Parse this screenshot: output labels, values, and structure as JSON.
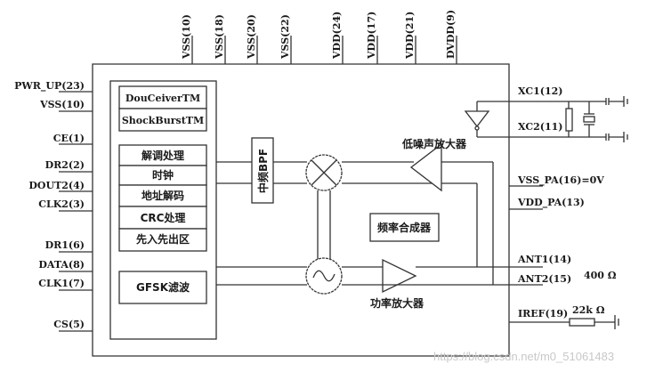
{
  "top_pins": [
    "VSS(10)",
    "VSS(18)",
    "VSS(20)",
    "VSS(22)",
    "VDD(24)",
    "VDD(17)",
    "VDD(21)",
    "DVDD(9)"
  ],
  "left_pins": [
    "PWR_UP(23)",
    "VSS(10)",
    "CE(1)",
    "DR2(2)",
    "DOUT2(4)",
    "CLK2(3)",
    "DR1(6)",
    "DATA(8)",
    "CLK1(7)",
    "CS(5)"
  ],
  "right_pins": {
    "xc1": "XC1(12)",
    "xc2": "XC2(11)",
    "vss_pa": "VSS_PA(16)=0V",
    "vdd_pa": "VDD_PA(13)",
    "ant1": "ANT1(14)",
    "ant2": "ANT2(15)",
    "iref": "IREF(19)"
  },
  "annotations": {
    "ant_impedance": "400 Ω",
    "iref_resistor": "22k Ω"
  },
  "blocks": {
    "douceiver": "DouCeiverTM",
    "shockburst": "ShockBurstTM",
    "demod": "解调处理",
    "clock": "时钟",
    "addr_decode": "地址解码",
    "crc": "CRC处理",
    "fifo": "先入先出区",
    "gfsk": "GFSK滤波",
    "if_bpf": "中频BPF",
    "lna": "低噪声放大器",
    "pa": "功率放大器",
    "synth": "频率合成器"
  },
  "watermark": "https://blog.csdn.net/m0_51061483"
}
